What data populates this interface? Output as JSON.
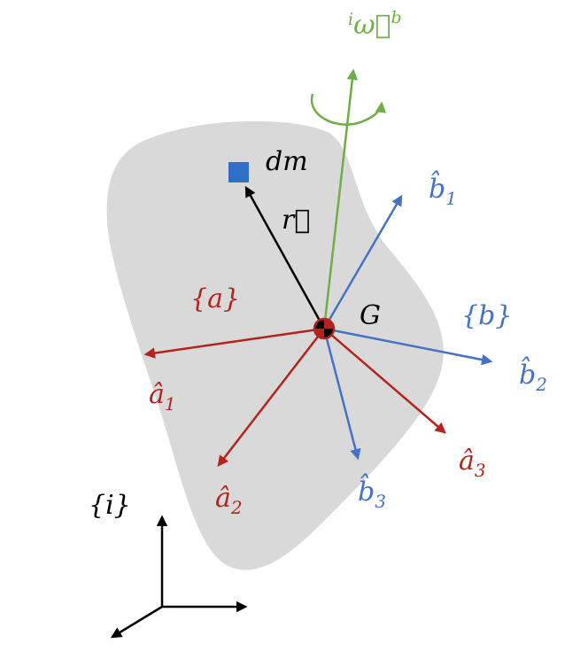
{
  "colors": {
    "red": "#b5231d",
    "blue": "#4472c4",
    "green": "#70ad47",
    "black": "#000000",
    "body": "#d9d9d9",
    "mass": "#2f6fc6"
  },
  "labels": {
    "omega": {
      "pre_sup": "i",
      "base": "ω⃗",
      "post_sup": "b"
    },
    "dm": "dm",
    "r": "r⃗",
    "G": "G",
    "frame_a": "{a}",
    "frame_b": "{b}",
    "frame_i": "{i}",
    "a1": {
      "base": "â",
      "sub": "1"
    },
    "a2": {
      "base": "â",
      "sub": "2"
    },
    "a3": {
      "base": "â",
      "sub": "3"
    },
    "b1": {
      "base": "b̂",
      "sub": "1"
    },
    "b2": {
      "base": "b̂",
      "sub": "2"
    },
    "b3": {
      "base": "b̂",
      "sub": "3"
    }
  }
}
